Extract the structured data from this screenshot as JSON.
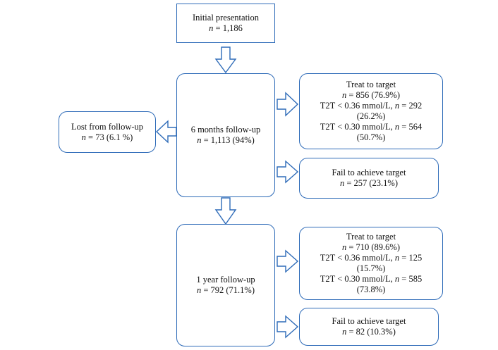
{
  "nodes": {
    "initial": {
      "title": "Initial presentation",
      "n_label": "n",
      "n_value": " = 1,186"
    },
    "six_months": {
      "title": "6 months follow-up",
      "n_label": "n",
      "n_value": " = 1,113 (94%)"
    },
    "lost": {
      "title": "Lost from follow-up",
      "n_label": "n",
      "n_value": " = 73 (6.1 %)"
    },
    "t2t_6m": {
      "title": "Treat to target",
      "n_label": "n",
      "n_value": " = 856 (76.9%)",
      "line3_prefix": "T2T < 0.36 mmol/L, ",
      "line3_n": "n",
      "line3_suffix": " = 292",
      "line4": "(26.2%)",
      "line5_prefix": "T2T < 0.30 mmol/L, ",
      "line5_n": "n",
      "line5_suffix": " = 564",
      "line6": "(50.7%)"
    },
    "fail_6m": {
      "title": "Fail to achieve target",
      "n_label": "n",
      "n_value": " = 257 (23.1%)"
    },
    "one_year": {
      "title": "1 year follow-up",
      "n_label": "n",
      "n_value": " = 792 (71.1%)"
    },
    "t2t_1y": {
      "title": "Treat to target",
      "n_label": "n",
      "n_value": " = 710 (89.6%)",
      "line3_prefix": "T2T < 0.36 mmol/L, ",
      "line3_n": "n",
      "line3_suffix": " = 125",
      "line4": "(15.7%)",
      "line5_prefix": "T2T < 0.30 mmol/L, ",
      "line5_n": "n",
      "line5_suffix": " = 585",
      "line6": "(73.8%)"
    },
    "fail_1y": {
      "title": "Fail to achieve target",
      "n_label": "n",
      "n_value": " = 82 (10.3%)"
    }
  },
  "colors": {
    "border": "#2e6bb8",
    "text": "#111111",
    "background": "#ffffff"
  }
}
